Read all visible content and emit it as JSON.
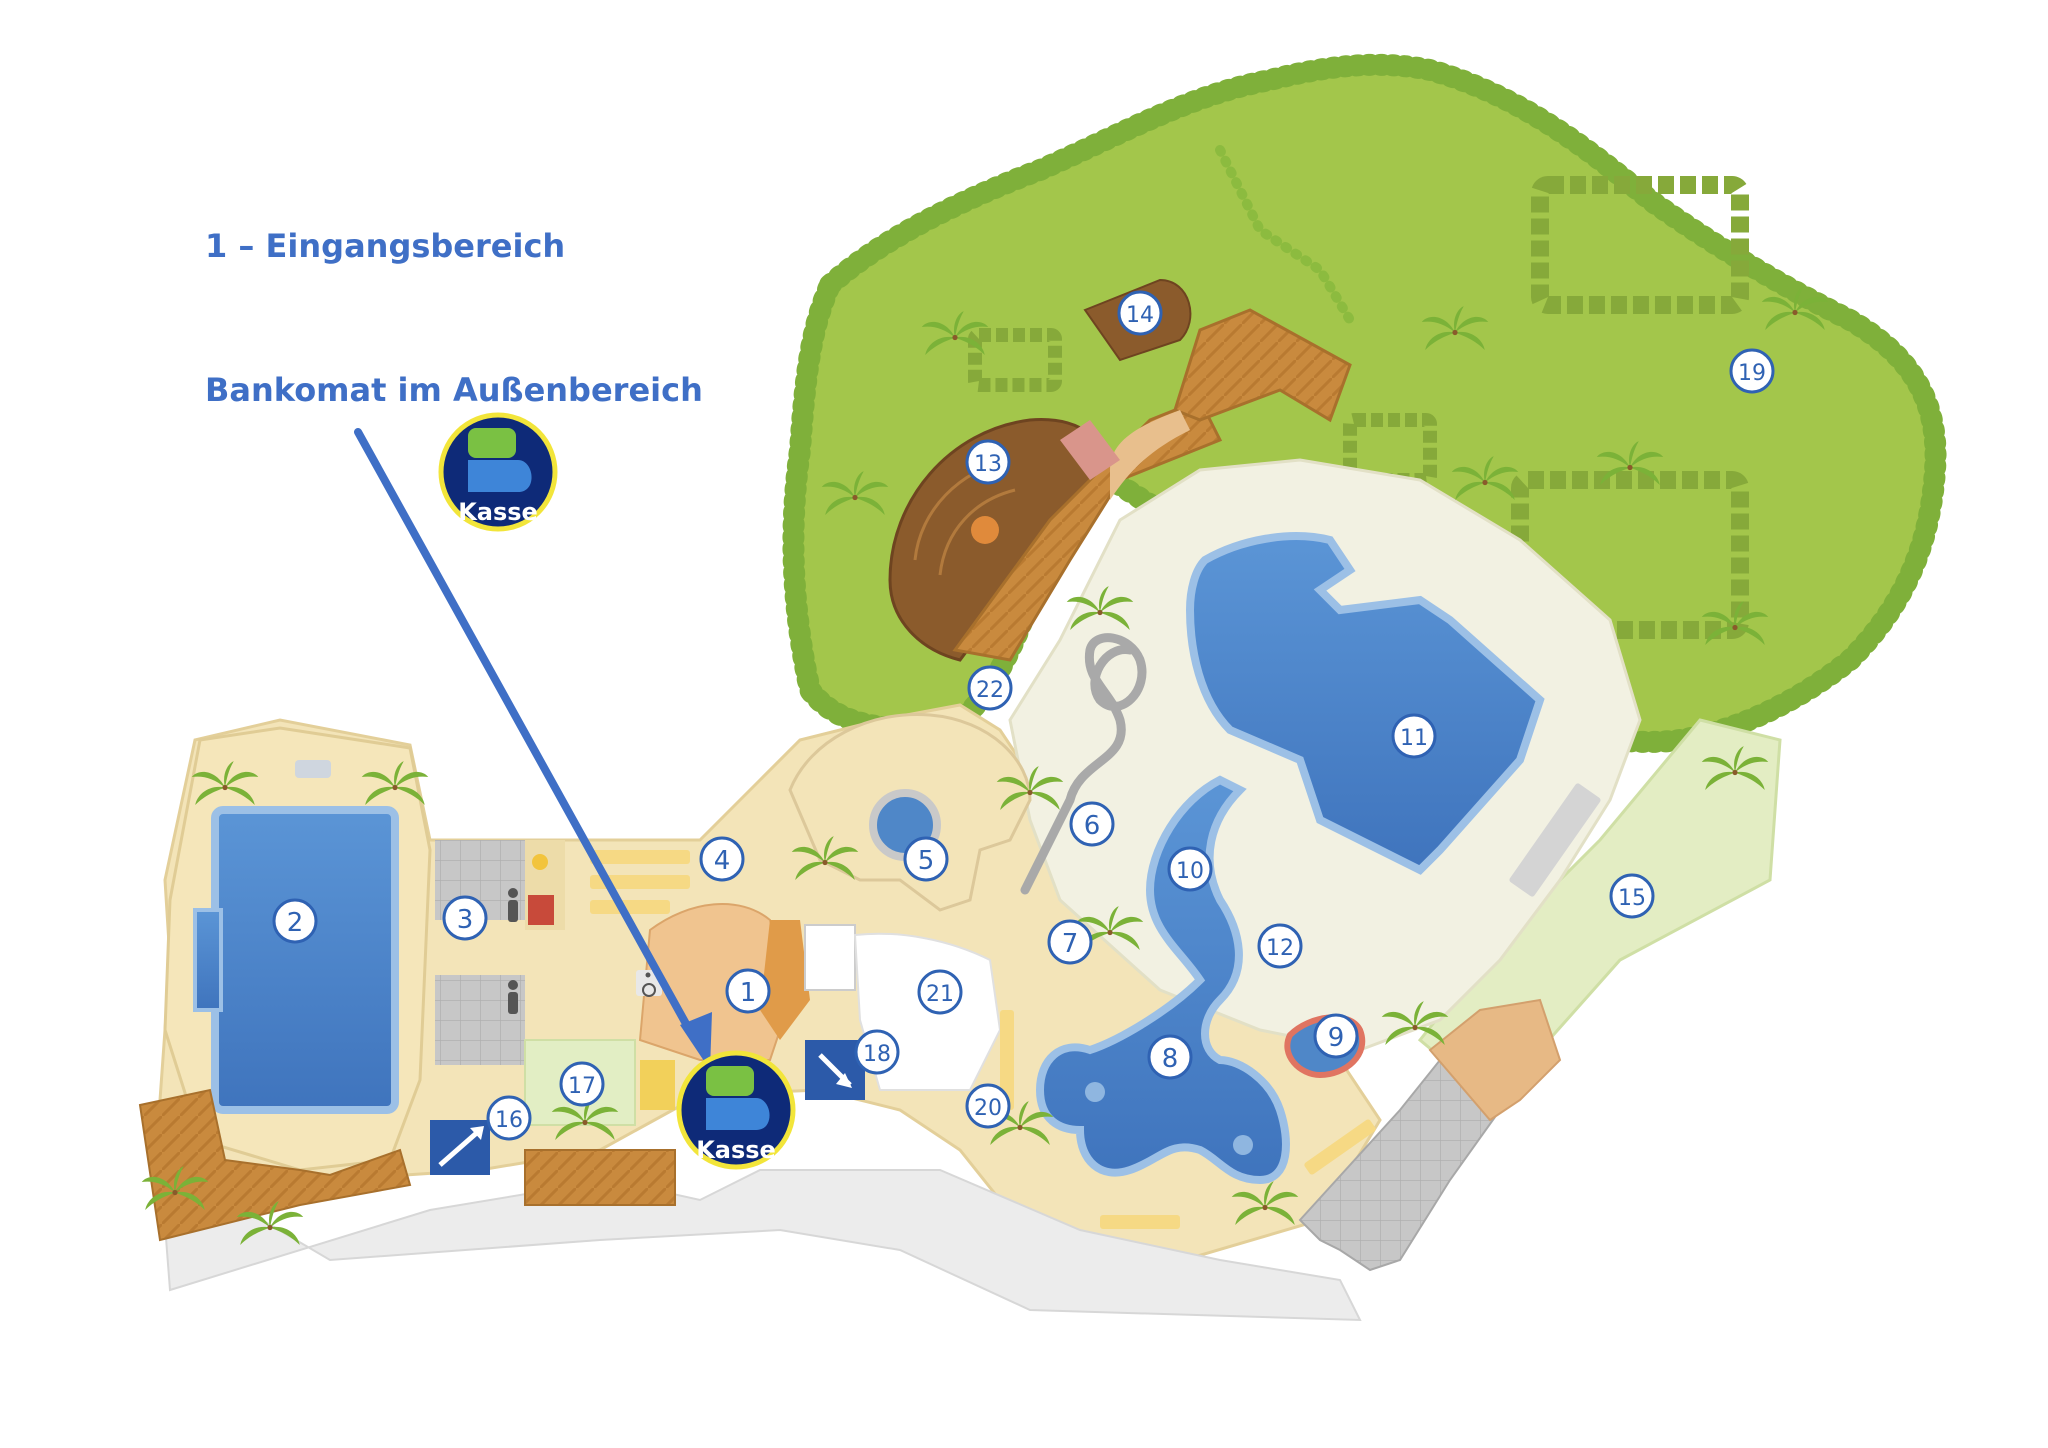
{
  "legend": {
    "area_title": "1 – Eingangsbereich",
    "atm_note": "Bankomat im Außenbereich"
  },
  "kasse": {
    "label": "Kasse",
    "icon": "b-logo-icon"
  },
  "zones": [
    "1",
    "2",
    "3",
    "4",
    "5",
    "6",
    "7",
    "8",
    "9",
    "10",
    "11",
    "12",
    "13",
    "14",
    "15",
    "16",
    "17",
    "18",
    "19",
    "20",
    "21",
    "22"
  ],
  "icons": {
    "wc": "person-icon",
    "accessible": "wheelchair-icon",
    "stairs": "stairs-icon"
  },
  "colors": {
    "heading": "#3f6fc6",
    "lawn": "#a3c64b",
    "lawn_edge": "#7fb03a",
    "path": "#f1e0b4",
    "pool": "#4f87c8",
    "pool_edge": "#8fb6e0",
    "deck": "#c9893c",
    "kasse_bg": "#0e2a78",
    "kasse_ring": "#f2e53a",
    "kasse_green": "#7ac143",
    "kasse_blue": "#3e85d8",
    "marker_ring": "#2f62b3",
    "arrow": "#3f6fc6"
  }
}
